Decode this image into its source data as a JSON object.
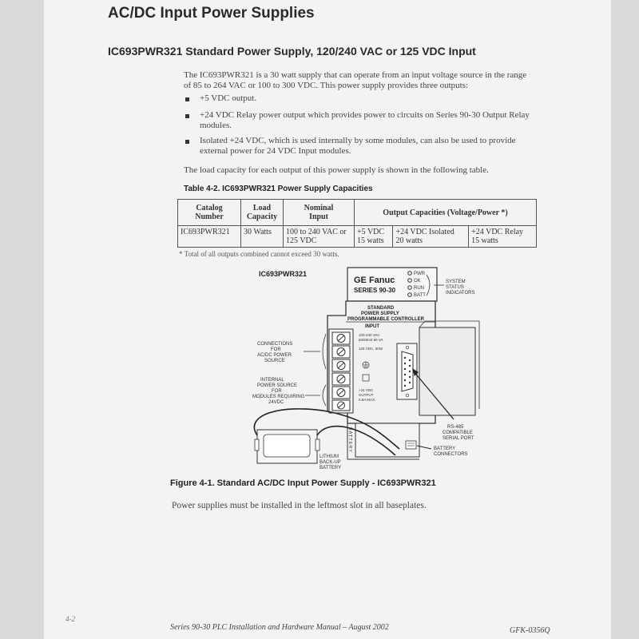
{
  "section_title": "AC/DC Input Power Supplies",
  "subsection_title": "IC693PWR321 Standard Power Supply, 120/240 VAC or 125 VDC Input",
  "intro": [
    "The IC693PWR321 is a 30 watt  supply that can operate from an input voltage source in the range",
    "of 85 to 264 VAC or 100 to 300 VDC.  This power supply provides three outputs:"
  ],
  "bullets": [
    {
      "lines": [
        "+5 VDC output."
      ]
    },
    {
      "lines": [
        "+24 VDC Relay power output which provides power to circuits on Series 90-30  Output Relay",
        "modules."
      ]
    },
    {
      "lines": [
        "Isolated +24 VDC, which is used internally by some modules, can also be used to provide",
        "external power for 24 VDC Input modules."
      ]
    }
  ],
  "load_text": "The load capacity for each output of this power supply is shown in the following table.",
  "table_caption": "Table 4-2.  IC693PWR321 Power Supply Capacities",
  "table": {
    "headers": [
      "Catalog\nNumber",
      "Load\nCapacity",
      "Nominal\nInput",
      "Output Capacities (Voltage/Power *)"
    ],
    "row": {
      "catalog": "IC693PWR321",
      "load": "30 Watts",
      "input": "100 to 240 VAC or 125 VDC",
      "outputs": [
        {
          "voltage": "+5 VDC",
          "power": "15 watts"
        },
        {
          "voltage": "+24 VDC Isolated",
          "power": "20  watts"
        },
        {
          "voltage": "+24 VDC Relay",
          "power": "15 watts"
        }
      ]
    }
  },
  "table_footnote": "* Total of all outputs combined cannot exceed 30 watts.",
  "figure": {
    "model_label": "IC693PWR321",
    "brand": "GE Fanuc",
    "series": "SERIES 90-30",
    "leds": [
      "PWR",
      "OK",
      "RUN",
      "BATT"
    ],
    "system_status_label": [
      "SYSTEM",
      "STATUS",
      "INDICATORS"
    ],
    "header_lines": [
      "STANDARD",
      "POWER SUPPLY",
      "PROGRAMMABLE CONTROLLER"
    ],
    "input_label": "INPUT",
    "input_ratings": [
      "100-240 VAC",
      "50/60HZ 90 VA",
      "125 VDC, 50W"
    ],
    "connections_label": [
      "CONNECTIONS",
      "FOR",
      "AC/DC POWER",
      "SOURCE"
    ],
    "internal_label": [
      "INTERNAL",
      "POWER SOURCE",
      "FOR",
      "MODULES REQUIRING",
      "24VDC"
    ],
    "output_ratings": [
      "+24 VDC",
      "OUTPUT",
      "0.8A MAX."
    ],
    "battery_label": "BATTERY",
    "rs485_label": [
      "RS-485",
      "COMPATIBLE",
      "SERIAL PORT"
    ],
    "battery_connectors_label": [
      "BATTERY",
      "CONNECTORS"
    ],
    "lithium_label": [
      "LITHIUM",
      "BACK-UP",
      "BATTERY"
    ]
  },
  "figure_caption": "Figure 4-1.  Standard AC/DC Input Power Supply - IC693PWR321",
  "closing_text": "Power supplies must be installed in the leftmost slot in all baseplates.",
  "footer": {
    "page_number": "4-2",
    "manual": "Series 90-30 PLC Installation and Hardware Manual – August 2002",
    "doc_id": "GFK-0356Q"
  }
}
